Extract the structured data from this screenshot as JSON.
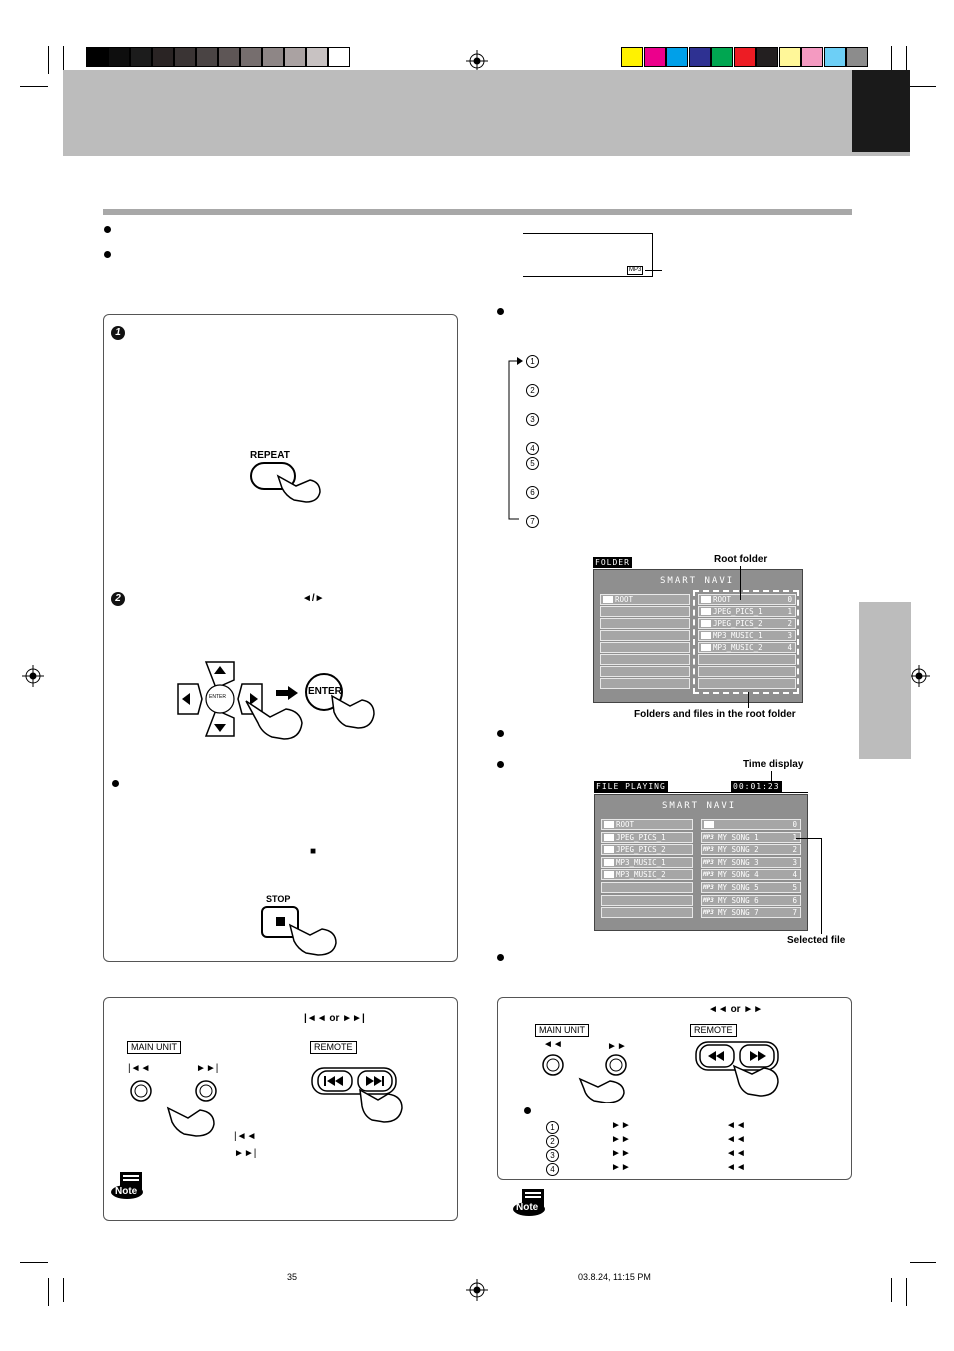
{
  "colors": {
    "grayscale": [
      "#000000",
      "#0e0e0e",
      "#1c1c1c",
      "#2a2424",
      "#3a3434",
      "#4a4444",
      "#5e5656",
      "#766e6e",
      "#8e8686",
      "#aaa2a2",
      "#c8c2c2",
      "#ffffff"
    ],
    "process": [
      "#fff200",
      "#ec008c",
      "#00a0e9",
      "#2e3192",
      "#00a651",
      "#ed1c24",
      "#231f20",
      "#fff799",
      "#f49ac1",
      "#6dcff6",
      "#8c8c8c"
    ],
    "header": "#bcbcbc"
  },
  "left": {
    "step1_num": "1",
    "step2_num": "2",
    "repeat_label": "REPEAT",
    "step2_arrows": "◄/►",
    "enter_small": "ENTER",
    "enter_label": "ENTER",
    "stop_symbol": "■",
    "stop_label": "STOP",
    "skip_symbols": "|◄◄  or  ►►|",
    "main_unit": "MAIN UNIT",
    "remote": "REMOTE",
    "prev_symbol": "|◄◄",
    "next_symbol": "►►|",
    "note": "Note"
  },
  "right": {
    "display_indicator": "MP3",
    "list_nums": [
      "1",
      "2",
      "3",
      "4",
      "5",
      "6",
      "7"
    ],
    "folder_screen": {
      "title": "FOLDER",
      "heading": "SMART NAVI",
      "left_col": [
        {
          "name": "ROOT"
        }
      ],
      "right_col": [
        {
          "name": "ROOT",
          "num": "0"
        },
        {
          "name": "JPEG_PICS_1",
          "num": "1"
        },
        {
          "name": "JPEG_PICS_2",
          "num": "2"
        },
        {
          "name": "MP3_MUSIC_1",
          "num": "3"
        },
        {
          "name": "MP3_MUSIC_2",
          "num": "4"
        }
      ],
      "root_caption": "Root folder",
      "files_caption": "Folders and files in the root folder"
    },
    "file_screen": {
      "title": "FILE PLAYING",
      "time": "00:01:23",
      "heading": "SMART NAVI",
      "left_col": [
        {
          "name": "ROOT"
        },
        {
          "name": "JPEG_PICS_1"
        },
        {
          "name": "JPEG_PICS_2"
        },
        {
          "name": "MP3_MUSIC_1"
        },
        {
          "name": "MP3_MUSIC_2"
        }
      ],
      "right_col": [
        {
          "name": "",
          "num": "0"
        },
        {
          "name": "MY SONG 1",
          "num": "1"
        },
        {
          "name": "MY SONG 2",
          "num": "2"
        },
        {
          "name": "MY SONG 3",
          "num": "3"
        },
        {
          "name": "MY SONG 4",
          "num": "4"
        },
        {
          "name": "MY SONG 5",
          "num": "5"
        },
        {
          "name": "MY SONG 6",
          "num": "6"
        },
        {
          "name": "MY SONG 7",
          "num": "7"
        }
      ],
      "time_caption": "Time display",
      "selected_caption": "Selected file"
    },
    "search_symbols": "◄◄  or  ►►",
    "main_unit": "MAIN UNIT",
    "remote": "REMOTE",
    "rew_symbol": "◄◄",
    "ff_symbol": "►►",
    "speed_rows": [
      {
        "n": "1",
        "ff": "►►",
        "rew": "◄◄"
      },
      {
        "n": "2",
        "ff": "►►",
        "rew": "◄◄"
      },
      {
        "n": "3",
        "ff": "►►",
        "rew": "◄◄"
      },
      {
        "n": "4",
        "ff": "►►",
        "rew": "◄◄"
      }
    ],
    "note": "Note"
  },
  "footer": {
    "page_number": "35",
    "timestamp": "03.8.24, 11:15 PM"
  }
}
